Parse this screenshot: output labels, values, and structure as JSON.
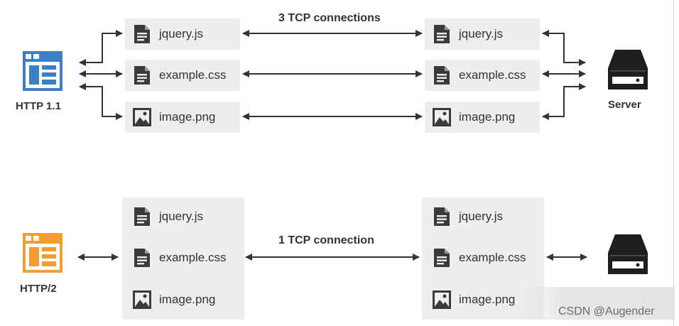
{
  "http1": {
    "client_label": "HTTP 1.1",
    "server_label": "Server",
    "connection_label": "3 TCP connections",
    "client_icon_color": "#3d7fc6",
    "files_left": [
      {
        "name": "jquery.js",
        "icon": "document-icon"
      },
      {
        "name": "example.css",
        "icon": "document-icon"
      },
      {
        "name": "image.png",
        "icon": "image-icon"
      }
    ],
    "files_right": [
      {
        "name": "jquery.js",
        "icon": "document-icon"
      },
      {
        "name": "example.css",
        "icon": "document-icon"
      },
      {
        "name": "image.png",
        "icon": "image-icon"
      }
    ]
  },
  "http2": {
    "client_label": "HTTP/2",
    "connection_label": "1 TCP connection",
    "client_icon_color": "#f39c32",
    "files_left": [
      {
        "name": "jquery.js",
        "icon": "document-icon"
      },
      {
        "name": "example.css",
        "icon": "document-icon"
      },
      {
        "name": "image.png",
        "icon": "image-icon"
      }
    ],
    "files_right": [
      {
        "name": "jquery.js",
        "icon": "document-icon"
      },
      {
        "name": "example.css",
        "icon": "document-icon"
      },
      {
        "name": "image.png",
        "icon": "image-icon"
      }
    ]
  },
  "watermark": "CSDN @Augender"
}
